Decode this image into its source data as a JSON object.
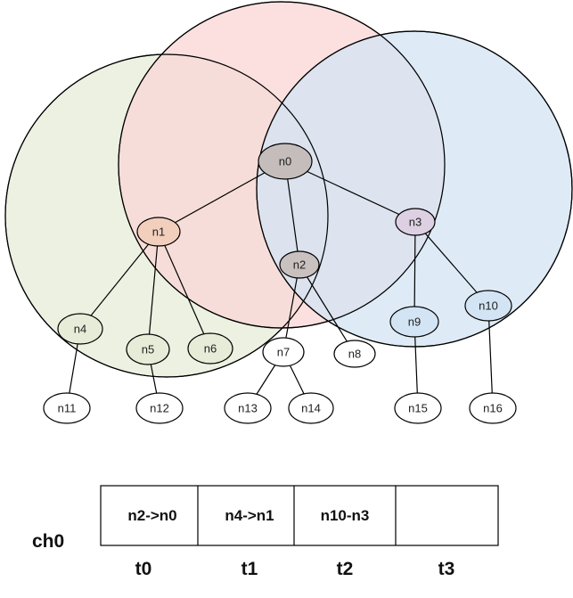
{
  "regions": [
    {
      "id": "green",
      "fill": "#e6ecd8"
    },
    {
      "id": "pink",
      "fill": "#fbd6d6"
    },
    {
      "id": "blue",
      "fill": "#d3e4f4"
    }
  ],
  "nodes": {
    "n0": "n0",
    "n1": "n1",
    "n2": "n2",
    "n3": "n3",
    "n4": "n4",
    "n5": "n5",
    "n6": "n6",
    "n7": "n7",
    "n8": "n8",
    "n9": "n9",
    "n10": "n10",
    "n11": "n11",
    "n12": "n12",
    "n13": "n13",
    "n14": "n14",
    "n15": "n15",
    "n16": "n16"
  },
  "edges": [
    [
      "n0",
      "n1"
    ],
    [
      "n0",
      "n2"
    ],
    [
      "n0",
      "n3"
    ],
    [
      "n1",
      "n4"
    ],
    [
      "n1",
      "n5"
    ],
    [
      "n1",
      "n6"
    ],
    [
      "n2",
      "n7"
    ],
    [
      "n2",
      "n8"
    ],
    [
      "n3",
      "n9"
    ],
    [
      "n3",
      "n10"
    ],
    [
      "n4",
      "n11"
    ],
    [
      "n5",
      "n12"
    ],
    [
      "n7",
      "n13"
    ],
    [
      "n7",
      "n14"
    ],
    [
      "n9",
      "n15"
    ],
    [
      "n10",
      "n16"
    ]
  ],
  "schedule": {
    "row_label": "ch0",
    "cells": [
      "n2->n0",
      "n4->n1",
      "n10-n3",
      ""
    ],
    "times": [
      "t0",
      "t1",
      "t2",
      "t3"
    ]
  }
}
